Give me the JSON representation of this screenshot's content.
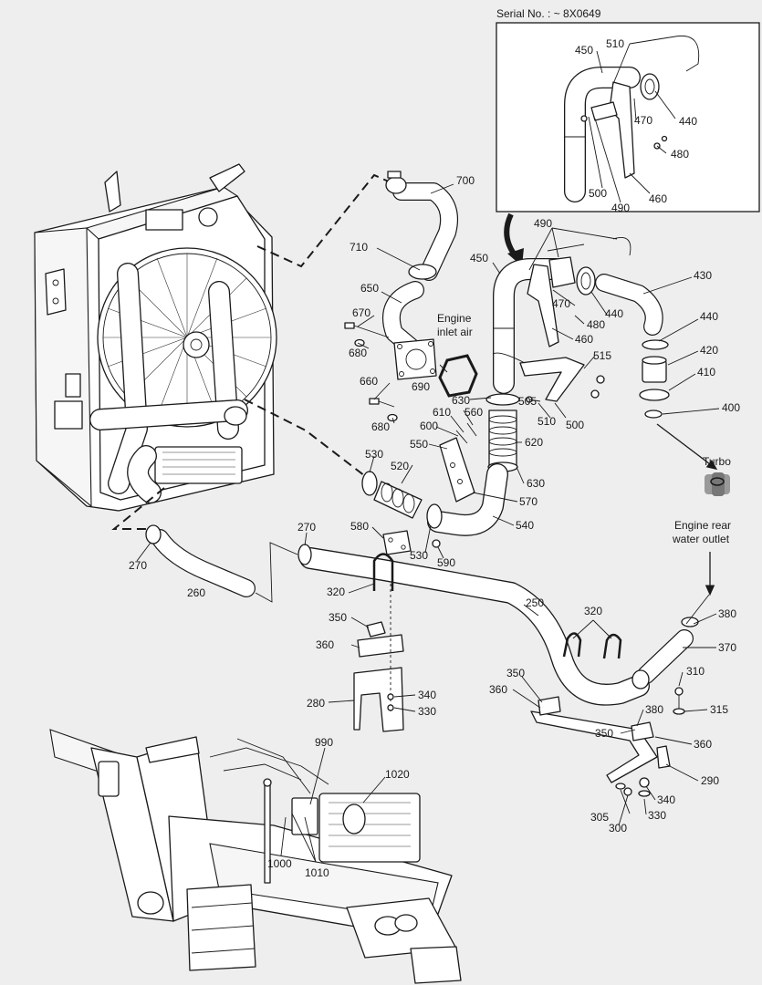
{
  "serial_note": "Serial No. : ~ 8X0649",
  "notes": {
    "engine_inlet_air_1": "Engine",
    "engine_inlet_air_2": "inlet air",
    "turbo": "Turbo",
    "engine_rear_1": "Engine rear",
    "engine_rear_2": "water outlet"
  },
  "callouts": {
    "c510_inset": "510",
    "c450_inset": "450",
    "c440_inset": "440",
    "c470_inset": "470",
    "c480_inset": "480",
    "c500_inset": "500",
    "c460_inset": "460",
    "c490_inset": "490",
    "c700": "700",
    "c710": "710",
    "c650": "650",
    "c670": "670",
    "c680a": "680",
    "c690": "690",
    "c660": "660",
    "c680b": "680",
    "c490": "490",
    "c450": "450",
    "c430": "430",
    "c470": "470",
    "c440a": "440",
    "c480": "480",
    "c440b": "440",
    "c460": "460",
    "c515": "515",
    "c420": "420",
    "c410": "410",
    "c630a": "630",
    "c505": "505",
    "c510": "510",
    "c500": "500",
    "c400": "400",
    "c610": "610",
    "c560": "560",
    "c600": "600",
    "c620": "620",
    "c550": "550",
    "c530a": "530",
    "c520": "520",
    "c630b": "630",
    "c570": "570",
    "c540": "540",
    "c580": "580",
    "c530b": "530",
    "c590": "590",
    "c270a": "270",
    "c270b": "270",
    "c260": "260",
    "c320a": "320",
    "c250": "250",
    "c320b": "320",
    "c380a": "380",
    "c370": "370",
    "c350a": "350",
    "c360a": "360",
    "c340a": "340",
    "c330a": "330",
    "c280": "280",
    "c350b": "350",
    "c360b": "360",
    "c310": "310",
    "c315": "315",
    "c380b": "380",
    "c350c": "350",
    "c360c": "360",
    "c290": "290",
    "c340b": "340",
    "c305": "305",
    "c300": "300",
    "c330b": "330",
    "c990": "990",
    "c1020": "1020",
    "c1000": "1000",
    "c1010": "1010"
  }
}
